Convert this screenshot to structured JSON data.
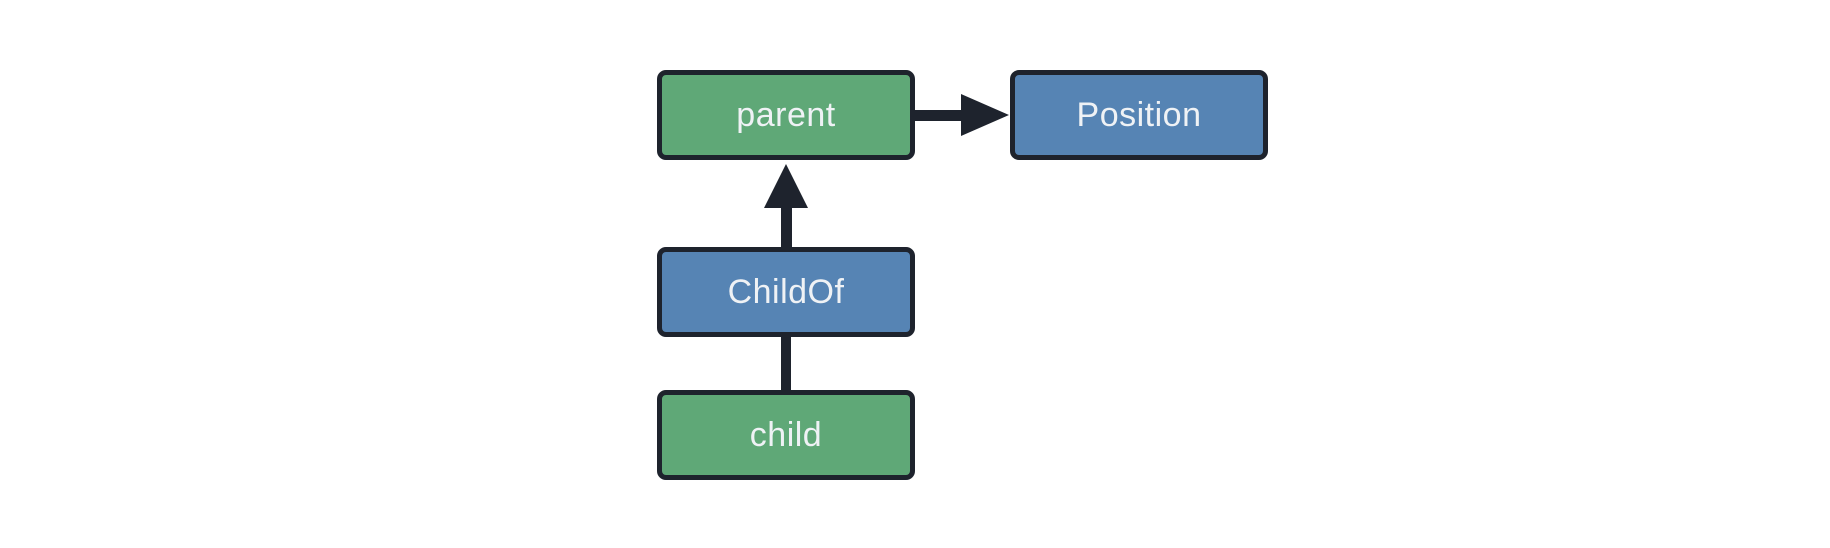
{
  "diagram": {
    "nodes": [
      {
        "id": "parent",
        "label": "parent",
        "fill": "green"
      },
      {
        "id": "Position",
        "label": "Position",
        "fill": "blue"
      },
      {
        "id": "ChildOf",
        "label": "ChildOf",
        "fill": "blue"
      },
      {
        "id": "child",
        "label": "child",
        "fill": "green"
      }
    ],
    "edges": [
      {
        "from": "parent",
        "to": "Position",
        "style": "arrow"
      },
      {
        "from": "ChildOf",
        "to": "parent",
        "style": "arrow"
      },
      {
        "from": "child",
        "to": "ChildOf",
        "style": "line"
      }
    ]
  },
  "colors": {
    "green": "#5fa877",
    "blue": "#5684b4",
    "stroke": "#1e232d",
    "text": "#eff2f5",
    "background": "#ffffff"
  }
}
